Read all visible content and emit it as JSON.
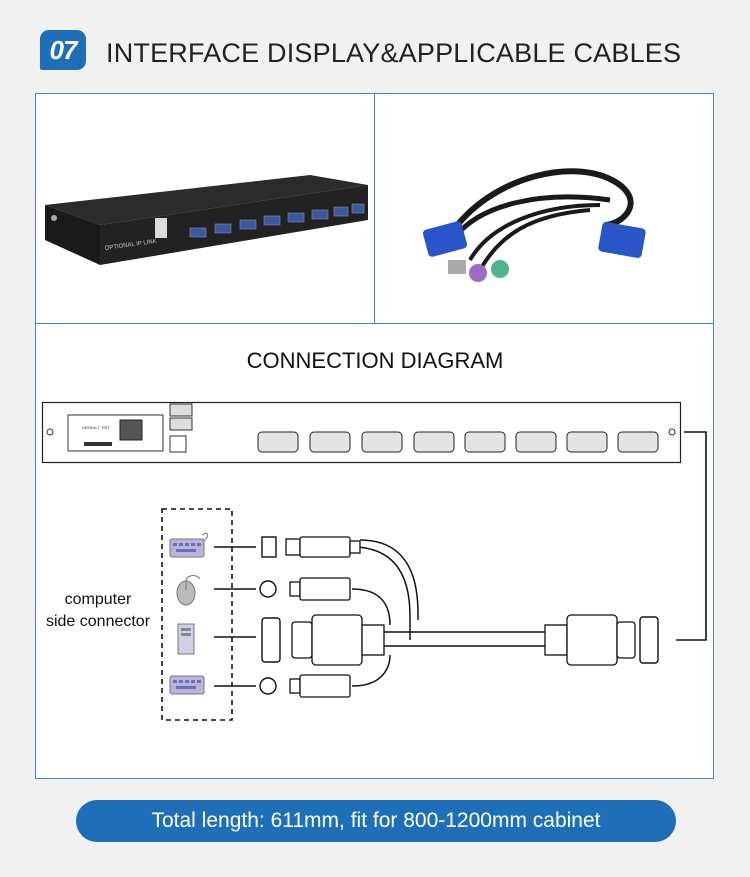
{
  "section": {
    "number": "07",
    "title": "INTERFACE DISPLAY&APPLICABLE CABLES"
  },
  "device_photo": {
    "panel_label": "OPTIONAL IP LINK"
  },
  "diagram": {
    "title": "CONNECTION DIAGRAM",
    "side_label_line1": "computer",
    "side_label_line2": "side connector",
    "panel_text": [
      "DEFAULT",
      "RST"
    ]
  },
  "banner": {
    "text": "Total length: 611mm, fit for 800-1200mm cabinet"
  },
  "colors": {
    "accent": "#1f6fb8",
    "frame": "#3c86c8",
    "vga_blue": "#2a55c9",
    "ps2_purple": "#9a6cc2",
    "ps2_green": "#4fb38a"
  },
  "icons": [
    "keyboard-icon",
    "mouse-icon",
    "computer-tower-icon",
    "keyboard-icon"
  ]
}
